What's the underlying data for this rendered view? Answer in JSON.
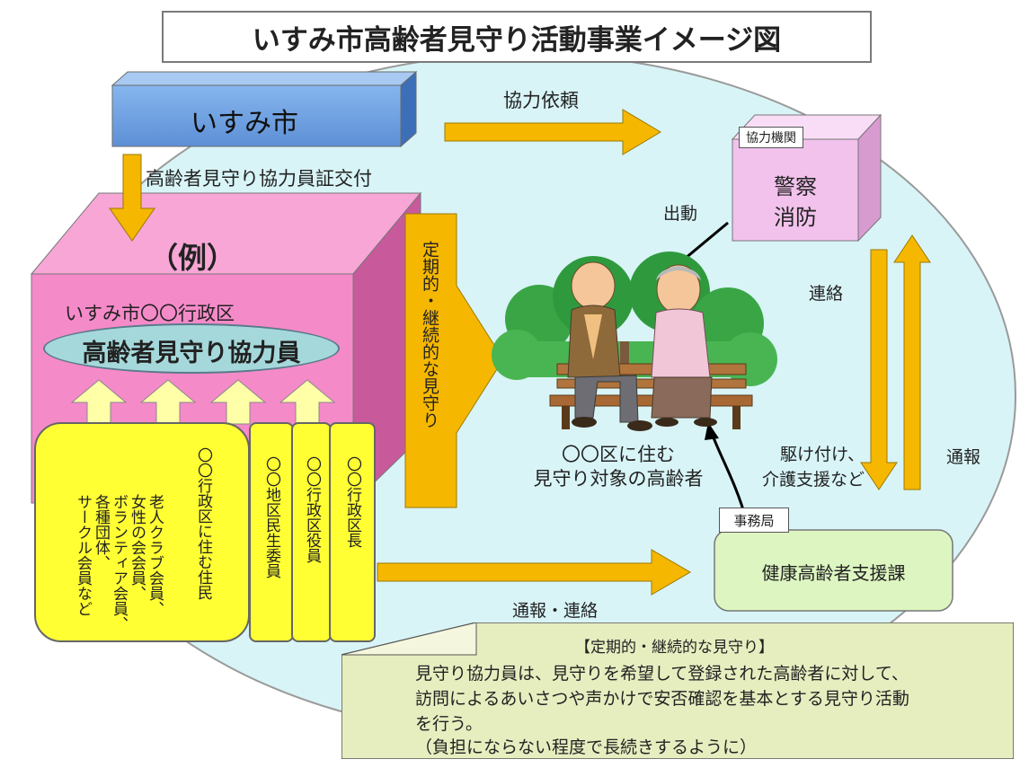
{
  "title": "いすみ市高齢者見守り活動事業イメージ図",
  "city": "いすみ市",
  "label_card_issue": "高齢者見守り協力員証交付",
  "label_request": "協力依頼",
  "example_label": "（例）",
  "district_label": "いすみ市〇〇行政区",
  "volunteer_label": "高齢者見守り協力員",
  "columns": {
    "residents": "〇〇行政区に住む住民",
    "groups": [
      "老人クラブ会員、",
      "女性の会会員、",
      "ボランティア会員、",
      "各種団体、",
      "サークル会員など"
    ],
    "welfare": "〇〇地区民生委員",
    "officer": "〇〇行政区役員",
    "chief": "〇〇行政区長"
  },
  "regular_watch": "定期的・継続的な見守り",
  "partner": {
    "tag": "協力機関",
    "line1": "警察",
    "line2": "消防"
  },
  "label_dispatch": "出動",
  "label_contact": "連絡",
  "label_report": "通報",
  "label_rush": [
    "駆け付け、",
    "介護支援など"
  ],
  "elderly_label": [
    "〇〇区に住む",
    "見守り対象の高齢者"
  ],
  "office": {
    "tag": "事務局",
    "name": "健康高齢者支援課"
  },
  "label_report_contact": "通報・連絡",
  "note": {
    "heading": "【定期的・継続的な見守り】",
    "lines": [
      "見守り協力員は、見守りを希望して登録された高齢者に対して、",
      "訪問によるあいさつや声かけで安否確認を基本とする見守り活動",
      "を行う。",
      "（負担にならない程度で長続きするように）"
    ]
  },
  "colors": {
    "background_ellipse": "#d8f4f7",
    "city_box": "#6b9ee0",
    "example_box": "#f58ac9",
    "partner_box": "#f2c2ec",
    "yellow": "#ffff33",
    "arrow_orange": "#f5b700",
    "office_box": "#ddf5c0",
    "note_box": "#e6eec0"
  }
}
